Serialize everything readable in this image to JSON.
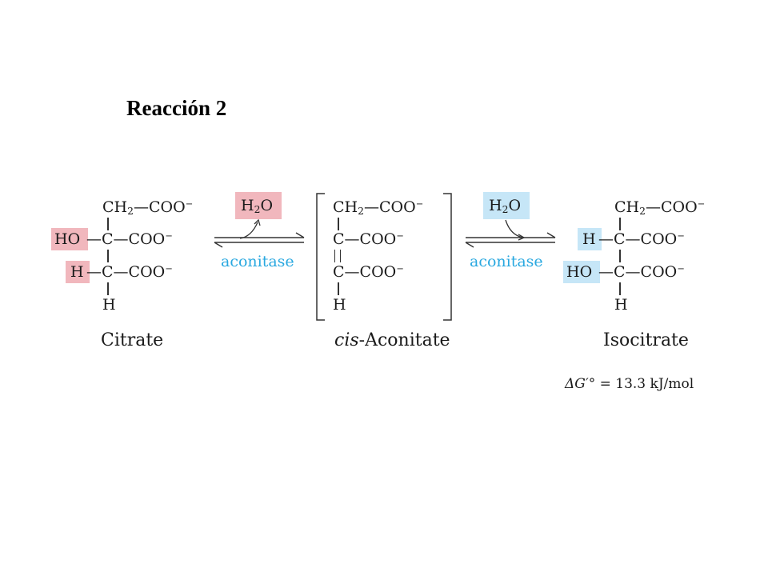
{
  "title": "Reacción 2",
  "colors": {
    "pink_highlight": "#f1b7bd",
    "blue_highlight": "#c6e6f7",
    "enzyme_text": "#29a8e0",
    "bond": "#333333"
  },
  "molecules": {
    "citrate": {
      "name": "Citrate",
      "row1_group": "—COO",
      "row1_ch": "CH",
      "row2_left": "HO",
      "row2_group": "—C—COO",
      "row3_left": "H",
      "row3_group": "—C—COO",
      "row4": "H",
      "charge": "−",
      "sub2": "2"
    },
    "cis_aconitate": {
      "name_italic": "cis",
      "name_rest": "-Aconitate",
      "row1_ch": "CH",
      "row1_group": "—COO",
      "row2": "C—COO",
      "row3": "C—COO",
      "row4": "H",
      "charge": "−",
      "sub2": "2"
    },
    "isocitrate": {
      "name": "Isocitrate",
      "row1_ch": "CH",
      "row1_group": "—COO",
      "row2_left": "H",
      "row2_group": "—C—COO",
      "row3_left": "HO",
      "row3_group": "—C—COO",
      "row4": "H",
      "charge": "−",
      "sub2": "2"
    }
  },
  "reactions": [
    {
      "water_h": "H",
      "water_sub": "2",
      "water_o": "O",
      "enzyme": "aconitase",
      "water_direction": "released"
    },
    {
      "water_h": "H",
      "water_sub": "2",
      "water_o": "O",
      "enzyme": "aconitase",
      "water_direction": "added"
    }
  ],
  "delta_g": {
    "symbol": "ΔG′°",
    "value": "= 13.3 kJ/mol"
  }
}
